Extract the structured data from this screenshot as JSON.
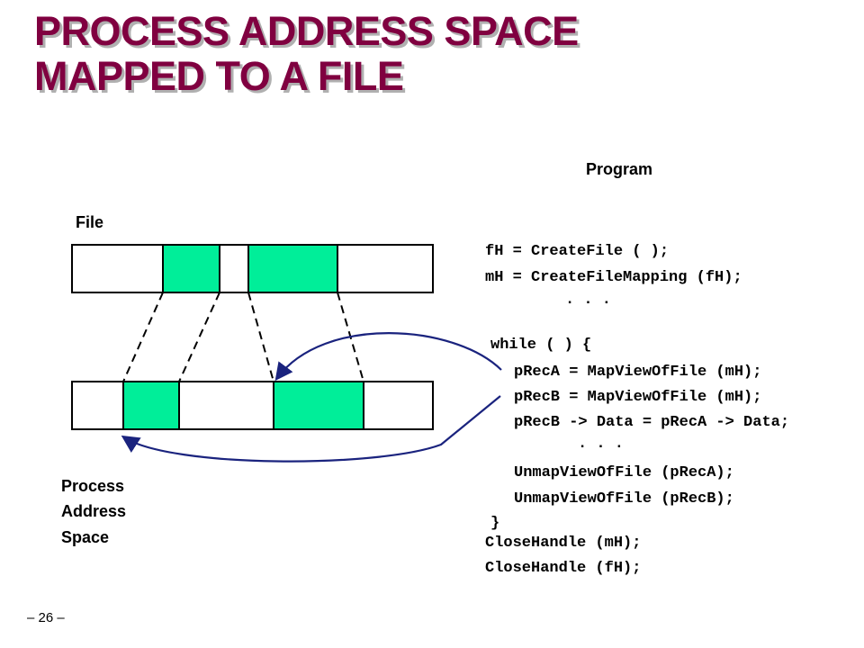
{
  "title_line1": "PROCESS ADDRESS SPACE",
  "title_line2": "MAPPED TO A FILE",
  "labels": {
    "program": "Program",
    "file": "File",
    "process_lines": [
      "Process",
      "Address",
      "Space"
    ]
  },
  "code": {
    "line1": "fH = CreateFile ( );",
    "line2": "mH = CreateFileMapping (fH);",
    "dots1": ". . .",
    "while_open": "while ( ) {",
    "loop_lines": [
      "pRecA = MapViewOfFile (mH);",
      "pRecB = MapViewOfFile (mH);",
      "pRecB -> Data = pRecA -> Data;",
      ". . .",
      "UnmapViewOfFile (pRecA);",
      "UnmapViewOfFile (pRecB);"
    ],
    "while_close": "}",
    "close_lines": [
      "CloseHandle (mH);",
      "CloseHandle (fH);"
    ]
  },
  "colors": {
    "title": "#800040",
    "highlight": "#00ee99",
    "arrow": "#1a237e"
  },
  "page_number": "– 26 –"
}
